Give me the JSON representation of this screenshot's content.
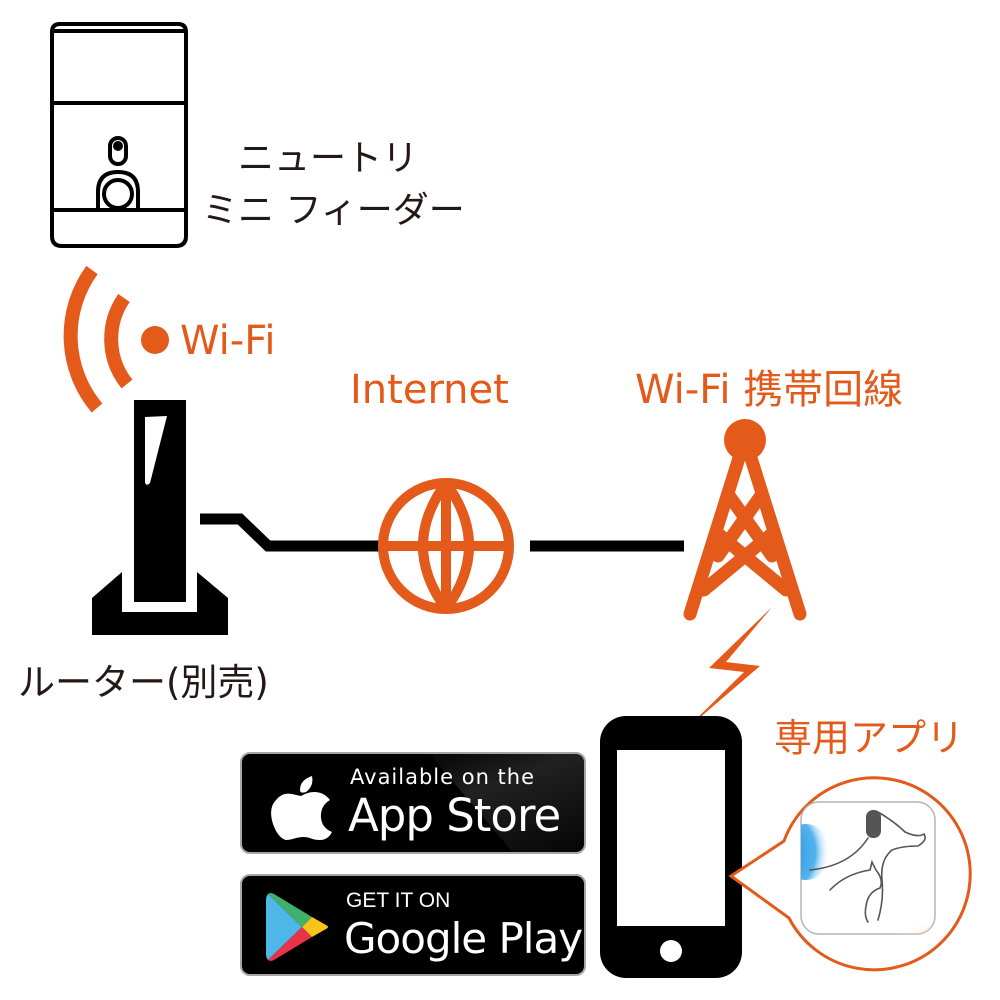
{
  "feeder": {
    "name_line1": "ニュートリ",
    "name_line2": "ミニ フィーダー"
  },
  "wifi_label": "Wi-Fi",
  "router_label": "ルーター(別売)",
  "internet_label": "Internet",
  "mobile_label": "Wi-Fi 携帯回線",
  "app_label": "専用アプリ",
  "app_store": {
    "line1": "Available on the",
    "line2": "App Store"
  },
  "google_play": {
    "line1": "GET IT ON",
    "line2": "Google Play"
  },
  "colors": {
    "accent": "#e35a1a",
    "line": "#000000",
    "text": "#231815"
  }
}
